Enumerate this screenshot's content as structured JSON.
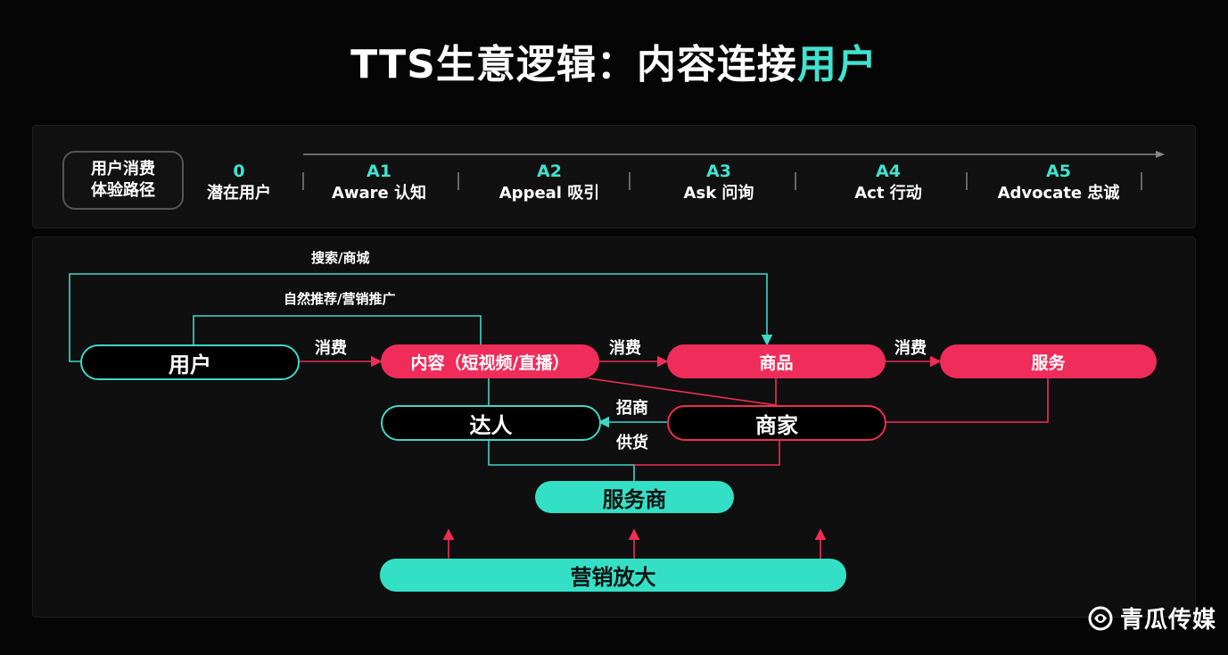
{
  "title": {
    "main": "TTS生意逻辑：内容连接",
    "highlight": "用户"
  },
  "journey": {
    "label_line1": "用户消费",
    "label_line2": "体验路径",
    "stages": [
      {
        "code": "0",
        "name": "潜在用户"
      },
      {
        "code": "A1",
        "name": "Aware 认知"
      },
      {
        "code": "A2",
        "name": "Appeal 吸引"
      },
      {
        "code": "A3",
        "name": "Ask 问询"
      },
      {
        "code": "A4",
        "name": "Act 行动"
      },
      {
        "code": "A5",
        "name": "Advocate 忠诚"
      }
    ]
  },
  "nodes": {
    "user": "用户",
    "content": "内容（短视频/直播）",
    "product": "商品",
    "service": "服务",
    "creator": "达人",
    "merchant": "商家",
    "service_provider": "服务商",
    "marketing": "营销放大"
  },
  "edge_labels": {
    "search_mall": "搜索/商城",
    "recommend": "自然推荐/营销推广",
    "consume1": "消费",
    "consume2": "消费",
    "consume3": "消费",
    "recruit": "招商",
    "supply": "供货"
  },
  "watermark": "青瓜传媒",
  "colors": {
    "teal": "#3fe3cf",
    "red": "#f02c5a",
    "background": "#050505"
  }
}
